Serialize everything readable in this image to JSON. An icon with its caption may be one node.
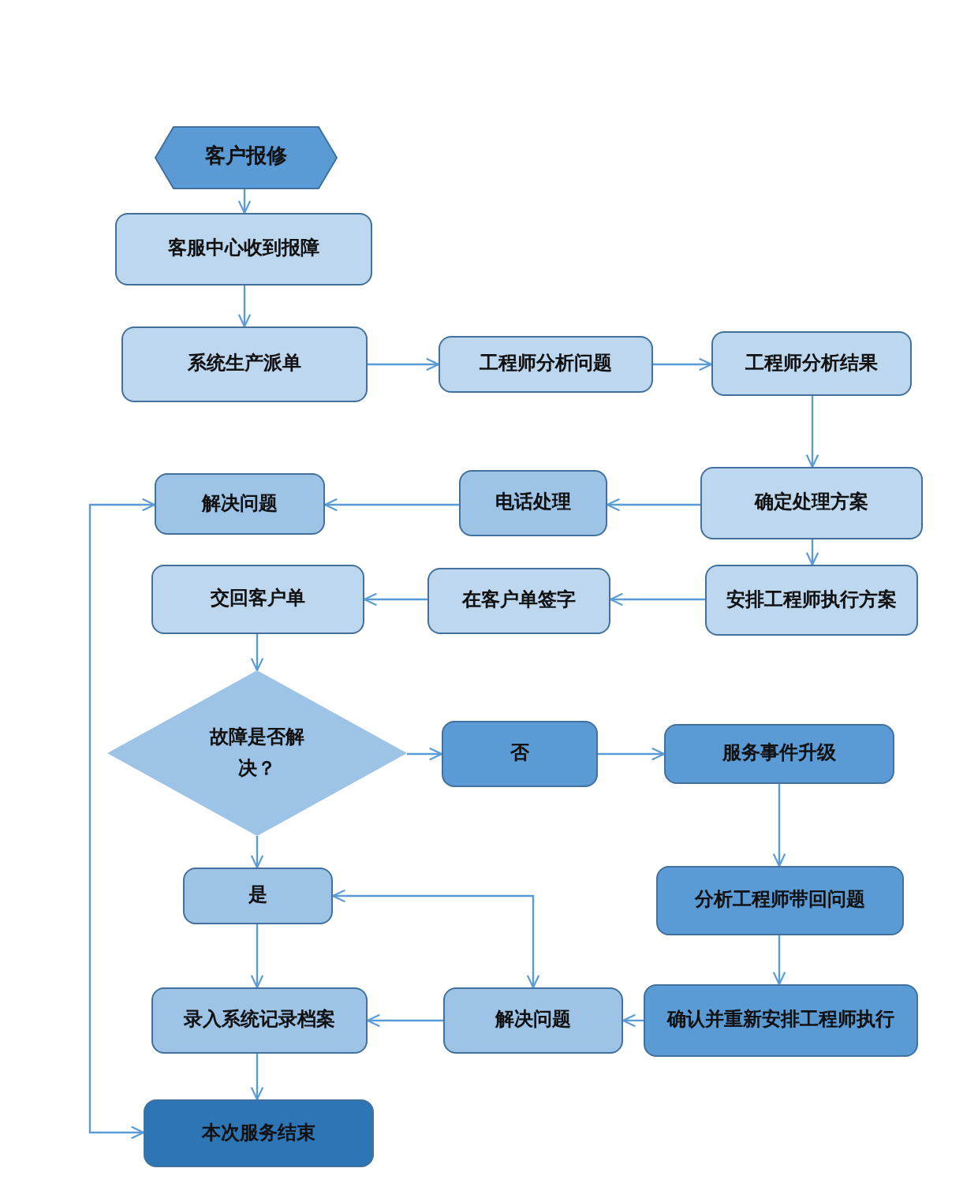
{
  "diagram": {
    "nodes": [
      {
        "text": [
          "客户报修"
        ]
      },
      {
        "text": [
          "客服中心收到报障"
        ]
      },
      {
        "text": [
          "系统生产派单"
        ]
      },
      {
        "text": [
          "工程师分析问题"
        ]
      },
      {
        "text": [
          "工程师分析结果"
        ]
      },
      {
        "text": [
          "确定处理方案"
        ]
      },
      {
        "text": [
          "电话处理"
        ]
      },
      {
        "text": [
          "解决问题"
        ]
      },
      {
        "text": [
          "安排工程师执行方案"
        ]
      },
      {
        "text": [
          "在客户单签字"
        ]
      },
      {
        "text": [
          "交回客户单"
        ]
      },
      {
        "text": [
          "故障是否解决？"
        ]
      },
      {
        "text": [
          "否"
        ]
      },
      {
        "text": [
          "服务事件升级"
        ]
      },
      {
        "text": [
          "是"
        ]
      },
      {
        "text": [
          "分析工程师带回问题"
        ]
      },
      {
        "text": [
          "录入系统记录档案"
        ]
      },
      {
        "text": [
          "解决问题"
        ]
      },
      {
        "text": [
          "确认并重新安排工程师执行"
        ]
      },
      {
        "text": [
          "本次服务结束"
        ]
      }
    ],
    "edges": [
      {
        "from": 0,
        "to": 1,
        "arrow": "to"
      },
      {
        "from": 1,
        "to": 2,
        "arrow": "to"
      },
      {
        "from": 2,
        "to": 3,
        "arrow": "to"
      },
      {
        "from": 3,
        "to": 4,
        "arrow": "to"
      },
      {
        "from": 4,
        "to": 5,
        "arrow": "to"
      },
      {
        "from": 5,
        "to": 6,
        "arrow": "to"
      },
      {
        "from": 6,
        "to": 7,
        "arrow": "to"
      },
      {
        "from": 5,
        "to": 8,
        "arrow": "to"
      },
      {
        "from": 8,
        "to": 9,
        "arrow": "to"
      },
      {
        "from": 9,
        "to": 10,
        "arrow": "to"
      },
      {
        "from": 10,
        "to": 11,
        "arrow": "to"
      },
      {
        "from": 11,
        "to": 12,
        "arrow": "to"
      },
      {
        "from": 12,
        "to": 13,
        "arrow": "to"
      },
      {
        "from": 13,
        "to": 15,
        "arrow": "to"
      },
      {
        "from": 15,
        "to": 18,
        "arrow": "to"
      },
      {
        "from": 18,
        "to": 17,
        "arrow": "to"
      },
      {
        "from": 17,
        "to": 16,
        "arrow": "to"
      },
      {
        "from": 11,
        "to": 14,
        "arrow": "to"
      },
      {
        "from": 14,
        "to": 16,
        "arrow": "to"
      },
      {
        "from": 16,
        "to": 19,
        "arrow": "to"
      },
      {
        "from": 7,
        "to": 19,
        "arrow": "both"
      },
      {
        "from": 14,
        "to": 17,
        "arrow": "both"
      }
    ]
  }
}
